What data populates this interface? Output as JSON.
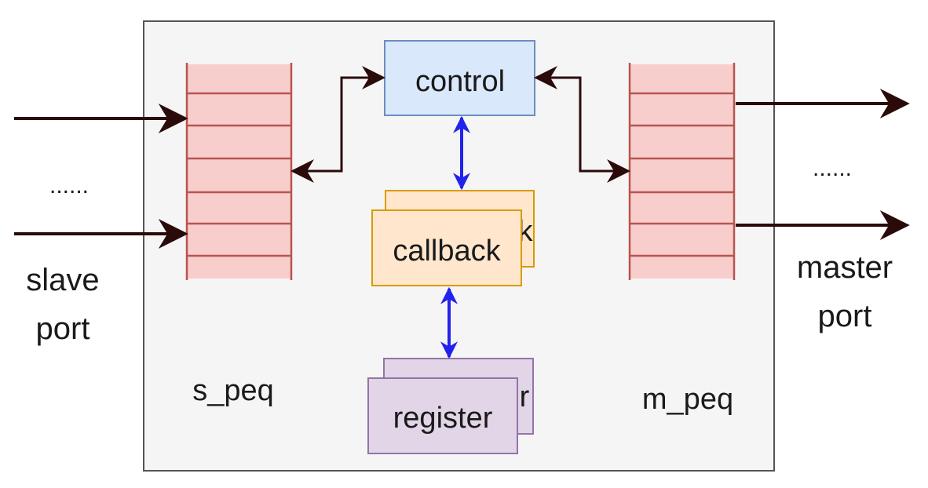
{
  "labels": {
    "control": "control",
    "callback": "callback",
    "callback_back_glyph": "k",
    "register": "register",
    "register_back_glyph": "r",
    "s_peq": "s_peq",
    "m_peq": "m_peq",
    "slave_port_line1": "slave",
    "slave_port_line2": "port",
    "master_port_line1": "master",
    "master_port_line2": "port",
    "ellipsis_left": "......",
    "ellipsis_right": "......"
  },
  "colors": {
    "container_fill": "#f5f5f5",
    "container_stroke": "#555555",
    "queue_fill": "#f8cecc",
    "queue_stroke": "#b85450",
    "control_fill": "#dae8fc",
    "control_stroke": "#6c8ebf",
    "callback_fill": "#ffe6cc",
    "callback_stroke": "#d79b00",
    "register_fill": "#e1d5e7",
    "register_stroke": "#9673a6",
    "port_arrow": "#2b0a0a",
    "internal_arrow": "#2222ee"
  }
}
